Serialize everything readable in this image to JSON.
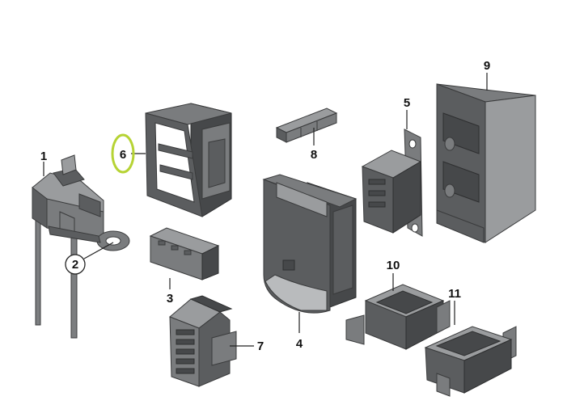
{
  "diagram": {
    "callouts": [
      {
        "id": "1",
        "text": "1"
      },
      {
        "id": "2",
        "text": "2"
      },
      {
        "id": "3",
        "text": "3"
      },
      {
        "id": "4",
        "text": "4"
      },
      {
        "id": "5",
        "text": "5"
      },
      {
        "id": "6",
        "text": "6"
      },
      {
        "id": "7",
        "text": "7"
      },
      {
        "id": "8",
        "text": "8"
      },
      {
        "id": "9",
        "text": "9"
      },
      {
        "id": "10",
        "text": "10"
      },
      {
        "id": "11",
        "text": "11"
      }
    ],
    "highlighted_callout": "6",
    "highlight_color": "#b6d334",
    "part_color": "#6e7072",
    "line_color": "#222222"
  }
}
